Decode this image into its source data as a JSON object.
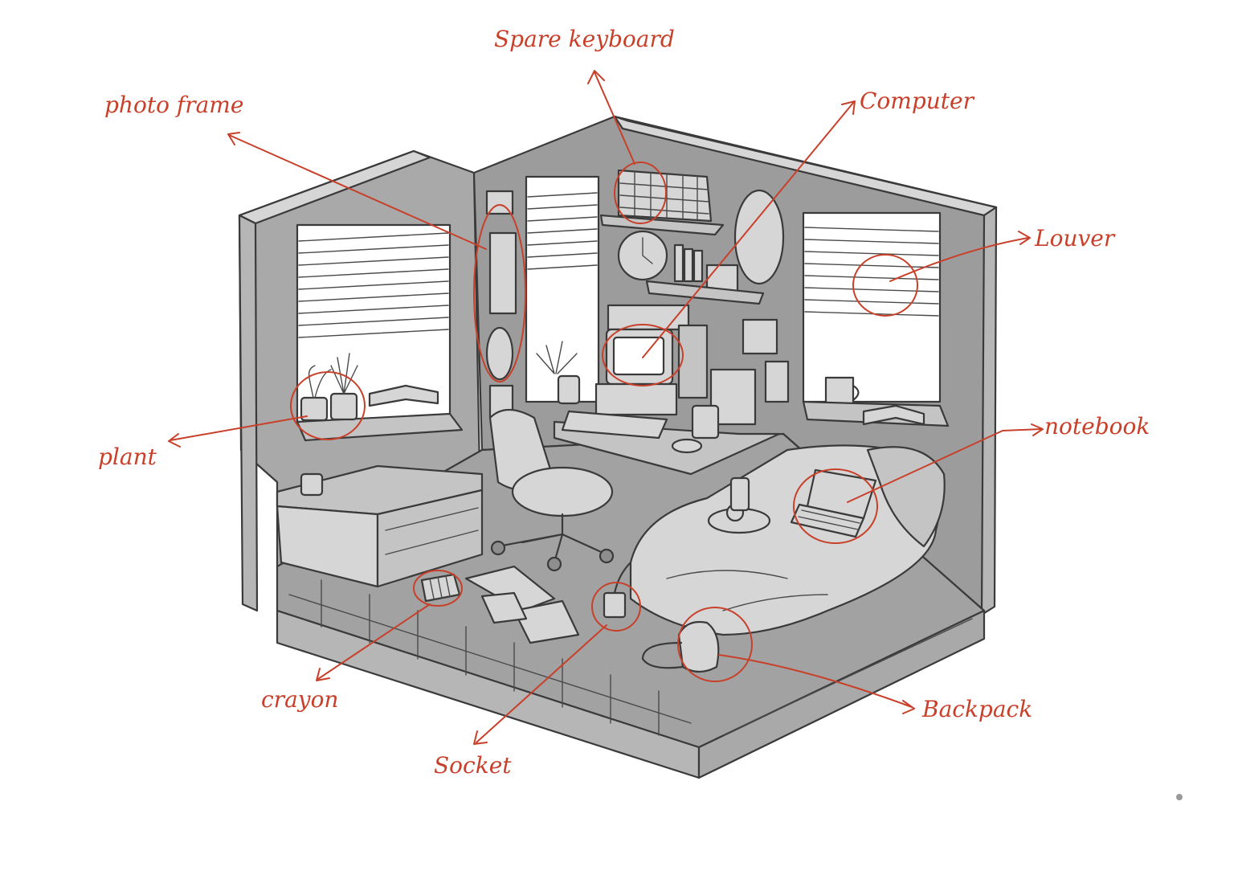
{
  "colors": {
    "annotation": "#c8402a",
    "background": "#ffffff",
    "outline": "#3a3a3a"
  },
  "labels": {
    "spare_keyboard": "Spare keyboard",
    "photo_frame": "photo frame",
    "computer": "Computer",
    "louver": "Louver",
    "plant": "plant",
    "notebook": "notebook",
    "crayon": "crayon",
    "socket": "Socket",
    "backpack": "Backpack"
  }
}
